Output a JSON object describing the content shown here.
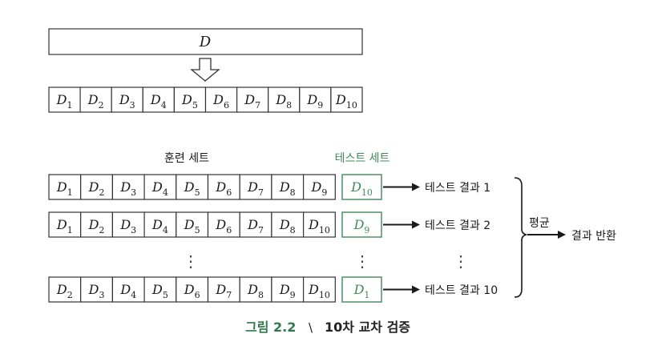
{
  "dataset_label": "D",
  "folds_base": "D",
  "fold_subscripts": [
    "1",
    "2",
    "3",
    "4",
    "5",
    "6",
    "7",
    "8",
    "9",
    "10"
  ],
  "headers": {
    "train": "훈련 세트",
    "test": "테스트 세트"
  },
  "rows": [
    {
      "train_subscripts": [
        "1",
        "2",
        "3",
        "4",
        "5",
        "6",
        "7",
        "8",
        "9"
      ],
      "test_subscript": "10",
      "result": "테스트 결과 1"
    },
    {
      "train_subscripts": [
        "1",
        "2",
        "3",
        "4",
        "5",
        "6",
        "7",
        "8",
        "10"
      ],
      "test_subscript": "9",
      "result": "테스트 결과 2"
    },
    {
      "train_subscripts": [
        "2",
        "3",
        "4",
        "5",
        "6",
        "7",
        "8",
        "9",
        "10"
      ],
      "test_subscript": "1",
      "result": "테스트 결과 10"
    }
  ],
  "ellipsis": "⋮",
  "average_label": "평균",
  "final_label": "결과 반환",
  "caption": {
    "figure": "그림 2.2",
    "separator": "\\",
    "title": "10차 교차 검증"
  },
  "colors": {
    "accent": "#3f8a5a",
    "caption_accent": "#2f7a4a",
    "ink": "#1a1a1a"
  }
}
